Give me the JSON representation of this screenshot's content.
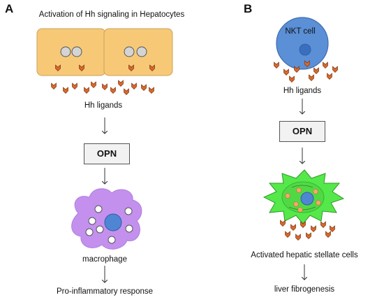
{
  "panel_a": {
    "letter": "A",
    "title": "Activation of Hh signaling in Hepatocytes",
    "ligands_label": "Hh ligands",
    "mediator": "OPN",
    "cell_label": "macrophage",
    "outcome": "Pro-inflammatory response"
  },
  "panel_b": {
    "letter": "B",
    "cell_label": "NKT cell",
    "ligands_label": "Hh ligands",
    "mediator": "OPN",
    "target_label": "Activated hepatic stellate cells",
    "outcome": "liver fibrogenesis"
  },
  "colors": {
    "hepatocyte_fill": "#f7c977",
    "hepatocyte_border": "#c9a25a",
    "nkt_fill": "#5b8fd6",
    "nucleus": "#3a6fc0",
    "macrophage": "#c490ee",
    "stellate": "#55e84a",
    "ligand": "#d9682b"
  }
}
